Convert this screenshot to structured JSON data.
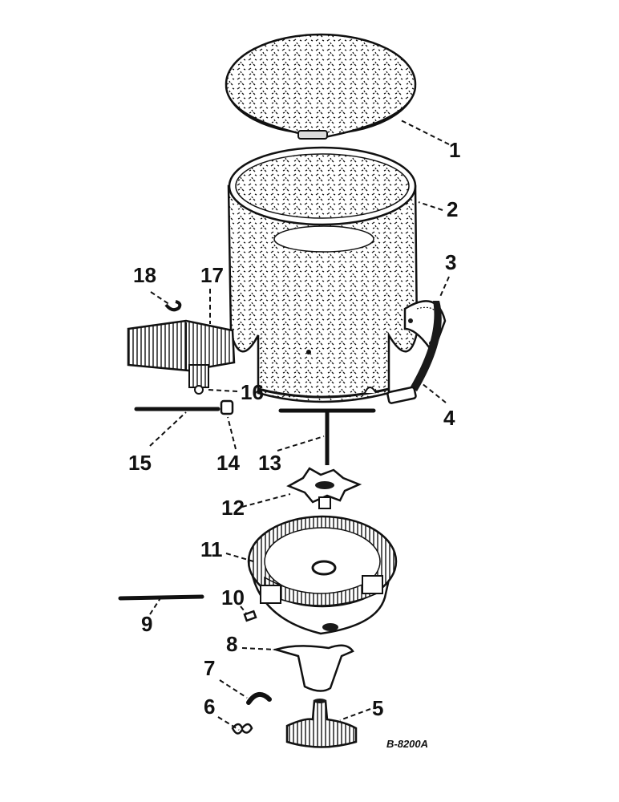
{
  "diagram": {
    "reference_code": "B-8200A",
    "callouts": [
      {
        "id": "1",
        "label": "1"
      },
      {
        "id": "2",
        "label": "2"
      },
      {
        "id": "3",
        "label": "3"
      },
      {
        "id": "4",
        "label": "4"
      },
      {
        "id": "5",
        "label": "5"
      },
      {
        "id": "6",
        "label": "6"
      },
      {
        "id": "7",
        "label": "7"
      },
      {
        "id": "8",
        "label": "8"
      },
      {
        "id": "9",
        "label": "9"
      },
      {
        "id": "10",
        "label": "10"
      },
      {
        "id": "11",
        "label": "11"
      },
      {
        "id": "12",
        "label": "12"
      },
      {
        "id": "13",
        "label": "13"
      },
      {
        "id": "14",
        "label": "14"
      },
      {
        "id": "15",
        "label": "15"
      },
      {
        "id": "16",
        "label": "16"
      },
      {
        "id": "17",
        "label": "17"
      },
      {
        "id": "18",
        "label": "18"
      }
    ]
  }
}
